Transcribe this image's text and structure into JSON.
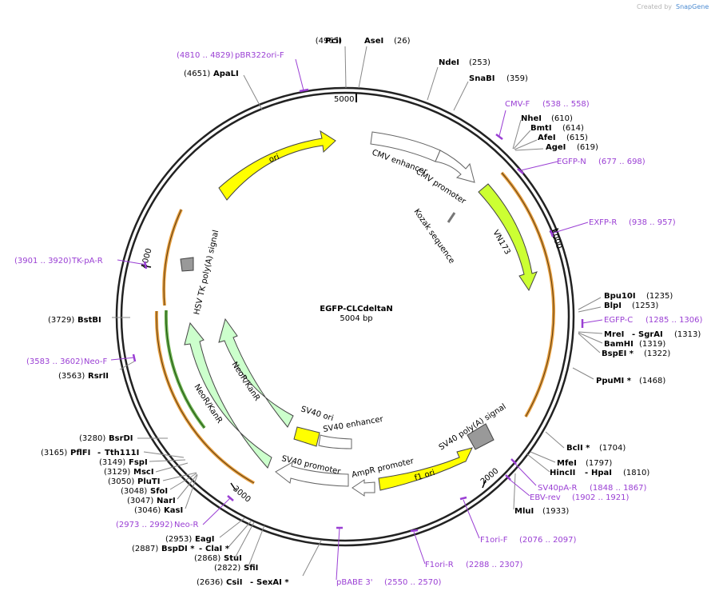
{
  "brand": {
    "created_by": "Created by",
    "name": "SnapGene"
  },
  "plasmid": {
    "name": "EGFP-CLCdeltaN",
    "length": "5004 bp"
  },
  "ticks": [
    "5000",
    "1000",
    "2000",
    "3000",
    "4000"
  ],
  "features": [
    {
      "label": "CMV enhancer"
    },
    {
      "label": "CMV promoter"
    },
    {
      "label": "Kozak sequence"
    },
    {
      "label": "VN173"
    },
    {
      "label": "SV40 poly(A) signal"
    },
    {
      "label": "f1 ori"
    },
    {
      "label": "AmpR promoter"
    },
    {
      "label": "SV40 promoter"
    },
    {
      "label": "SV40 ori"
    },
    {
      "label": "SV40 enhancer"
    },
    {
      "label": "NeoR/KanR"
    },
    {
      "label": "NeoR/KanR"
    },
    {
      "label": "HSV TK poly(A) signal"
    },
    {
      "label": "ori"
    }
  ],
  "sites": [
    {
      "name": "PciI",
      "pos": "(4965)"
    },
    {
      "name": "AseI",
      "pos": "(26)"
    },
    {
      "name": "NdeI",
      "pos": "(253)"
    },
    {
      "name": "SnaBI",
      "pos": "(359)"
    },
    {
      "name": "NheI",
      "pos": "(610)"
    },
    {
      "name": "BmtI",
      "pos": "(614)"
    },
    {
      "name": "AfeI",
      "pos": "(615)"
    },
    {
      "name": "AgeI",
      "pos": "(619)"
    },
    {
      "name": "Bpu10I",
      "pos": "(1235)"
    },
    {
      "name": "BlpI",
      "pos": "(1253)"
    },
    {
      "name": "MreI",
      "name2": "SgrAI",
      "pos": "(1313)"
    },
    {
      "name": "BamHI",
      "pos": "(1319)"
    },
    {
      "name": "BspEI *",
      "pos": "(1322)"
    },
    {
      "name": "PpuMI *",
      "pos": "(1468)"
    },
    {
      "name": "BclI *",
      "pos": "(1704)"
    },
    {
      "name": "MfeI",
      "pos": "(1797)"
    },
    {
      "name": "HincII",
      "name2": "HpaI",
      "pos": "(1810)"
    },
    {
      "name": "MluI",
      "pos": "(1933)"
    },
    {
      "name": "ApaLI",
      "pos": "(4651)"
    },
    {
      "name": "BstBI",
      "pos": "(3729)"
    },
    {
      "name": "RsrII",
      "pos": "(3563)"
    },
    {
      "name": "BsrDI",
      "pos": "(3280)"
    },
    {
      "name": "PflFI",
      "name2": "Tth111I",
      "pos": "(3165)"
    },
    {
      "name": "FspI",
      "pos": "(3149)"
    },
    {
      "name": "MscI",
      "pos": "(3129)"
    },
    {
      "name": "PluTI",
      "pos": "(3050)"
    },
    {
      "name": "SfoI",
      "pos": "(3048)"
    },
    {
      "name": "NarI",
      "pos": "(3047)"
    },
    {
      "name": "KasI",
      "pos": "(3046)"
    },
    {
      "name": "EagI",
      "pos": "(2953)"
    },
    {
      "name": "BspDI *",
      "name2": "ClaI *",
      "pos": "(2887)"
    },
    {
      "name": "StuI",
      "pos": "(2868)"
    },
    {
      "name": "SfiI",
      "pos": "(2822)"
    },
    {
      "name": "CsiI",
      "name2": "SexAI *",
      "pos": "(2636)"
    }
  ],
  "primers": [
    {
      "name": "pBR322ori-F",
      "range": "(4810 .. 4829)"
    },
    {
      "name": "CMV-F",
      "range": "(538 .. 558)"
    },
    {
      "name": "EGFP-N",
      "range": "(677 .. 698)"
    },
    {
      "name": "EXFP-R",
      "range": "(938 .. 957)"
    },
    {
      "name": "EGFP-C",
      "range": "(1285 .. 1306)"
    },
    {
      "name": "SV40pA-R",
      "range": "(1848 .. 1867)"
    },
    {
      "name": "EBV-rev",
      "range": "(1902 .. 1921)"
    },
    {
      "name": "F1ori-F",
      "range": "(2076 .. 2097)"
    },
    {
      "name": "F1ori-R",
      "range": "(2288 .. 2307)"
    },
    {
      "name": "pBABE 3'",
      "range": "(2550 .. 2570)"
    },
    {
      "name": "Neo-R",
      "range": "(2973 .. 2992)"
    },
    {
      "name": "Neo-F",
      "range": "(3583 .. 3602)"
    },
    {
      "name": "TK-pA-R",
      "range": "(3901 .. 3920)"
    }
  ],
  "colors": {
    "backbone": "#222222",
    "ori": "#ffff00",
    "vn173": "#ccff33",
    "neo": "#ccffcc",
    "orf": "#e8a040",
    "primer": "#9a3fd4",
    "grey_feature": "#999999"
  }
}
